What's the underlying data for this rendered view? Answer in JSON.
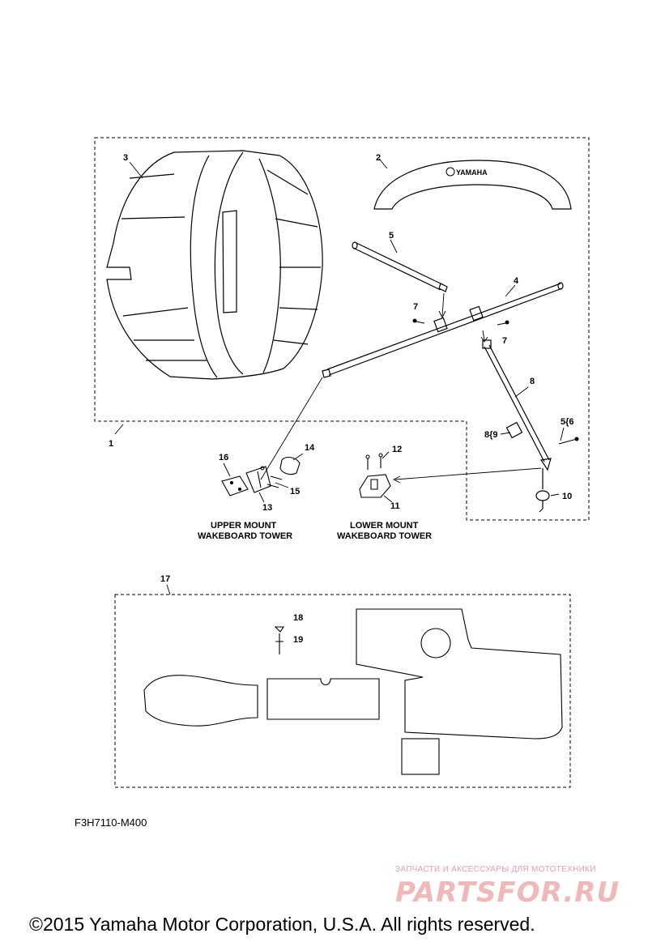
{
  "callouts": {
    "c1": "1",
    "c2": "2",
    "c3": "3",
    "c4": "4",
    "c5": "5",
    "c7a": "7",
    "c7b": "7",
    "c8": "8",
    "c8_9": "8{9",
    "c5_6": "5{6",
    "c10": "10",
    "c11": "11",
    "c12": "12",
    "c13": "13",
    "c14": "14",
    "c15": "15",
    "c16": "16",
    "c17": "17",
    "c18": "18",
    "c19": "19"
  },
  "captions": {
    "upper_line1": "UPPER  MOUNT",
    "upper_line2": "WAKEBOARD TOWER",
    "lower_line1": "LOWER  MOUNT",
    "lower_line2": "WAKEBOARD TOWER"
  },
  "logo_text": "YAMAHA",
  "diagram_code": "F3H7110-M400",
  "watermark": {
    "subtitle": "ЗАПЧАСТИ И АКСЕССУАРЫ ДЛЯ МОТОТЕХНИКИ",
    "logo": "PARTSFOR.RU"
  },
  "copyright": "©2015 Yamaha Motor Corporation, U.S.A. All rights reserved."
}
